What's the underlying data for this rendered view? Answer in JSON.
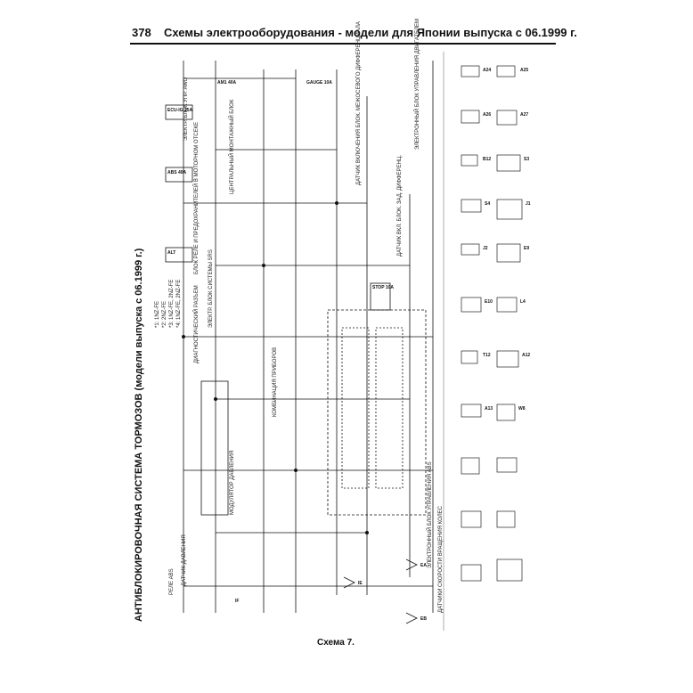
{
  "header": {
    "page_number": "378",
    "title": "Схемы электрооборудования - модели для Японии выпуска с 06.1999 г."
  },
  "diagram": {
    "title": "АНТИБЛОКИРОВОЧНАЯ СИСТЕМА ТОРМОЗОВ (модели выпуска с 06.1999 г.)",
    "engine_notes": [
      "*1: 1NZ-FE",
      "*2: 2NZ-FE",
      "*3: 1NZ-FE, 2NZ-FE",
      "*4: 1NZ-FE, 2NZ-FE"
    ],
    "labels": {
      "modulator": "МОДУЛЯТОР ДАВЛЕНИЯ",
      "relay_block_engine": "БЛОК РЕЛЕ И ПРЕДОХРАНИТЕЛЕЙ В МОТОРНОМ ОТСЕКЕ",
      "diag_connector": "ДИАГНОСТИЧЕСКИЙ РАЗЪЕМ",
      "srs_ecu": "ЭЛЕКТР. БЛОК СИСТЕМЫ SRS",
      "abs_ecu": "ЭЛЕКТРОННЫЙ БЛОК УПРАВЛЕНИЯ ABS",
      "central_block": "ЦЕНТРАЛЬНЫЙ МОНТАЖНЫЙ БЛОК",
      "awd_ecu": "ЭЛЕКТР. БЛОК УПР. AWD",
      "diff_lock_sensor": "ДАТЧИК ВКЛЮЧЕНИЯ БЛОК. МЕЖОСЕВОГО ДИФФЕРЕНЦИАЛА",
      "rear_diff_sensor": "ДАТЧИК ВКЛ. БЛОК. ЗАД. ДИФФЕРЕНЦ.",
      "engine_ecu": "ЭЛЕКТРОННЫЙ БЛОК УПРАВЛЕНИЯ ДВИГАТЕЛЕМ",
      "pressure_gauge": "ДАТЧИК ДАВЛЕНИЯ",
      "abs_relay": "РЕЛЕ ABS",
      "combination_meter": "КОМБИНАЦИЯ ПРИБОРОВ",
      "speed_sensors": "ДАТЧИКИ СКОРОСТИ ВРАЩЕНИЯ КОЛЕС"
    },
    "fuses": [
      "ALT",
      "ABS 40A",
      "ECU-IG 15A",
      "STOP 10A",
      "GAUGE 10A",
      "AM1 40A"
    ],
    "ground_points": [
      "EA",
      "EB",
      "IE",
      "IF"
    ],
    "connectors": [
      "A24",
      "A25",
      "A26",
      "A27",
      "B12",
      "S3",
      "S4",
      "J1",
      "J2",
      "E9",
      "E10",
      "L4",
      "T12",
      "A12",
      "A13",
      "W8"
    ]
  },
  "caption": "Схема 7."
}
